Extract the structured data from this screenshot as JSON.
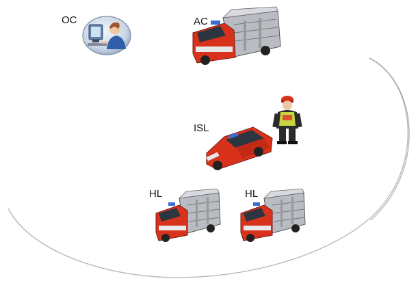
{
  "labels": {
    "oc": "OC",
    "ac": "AC",
    "isl": "ISL",
    "hl_left": "HL",
    "hl_right": "HL"
  },
  "icons": {
    "operator": "operator-at-computer-icon",
    "ac_truck": "fire-truck-icon",
    "isl_car": "red-car-icon",
    "isl_person": "firefighter-safety-vest-icon",
    "hl_truck": "fire-truck-icon"
  },
  "colors": {
    "truck_red": "#d9321c",
    "truck_body": "#b9bcc3",
    "ellipse_stroke": "#b8b8b8"
  }
}
